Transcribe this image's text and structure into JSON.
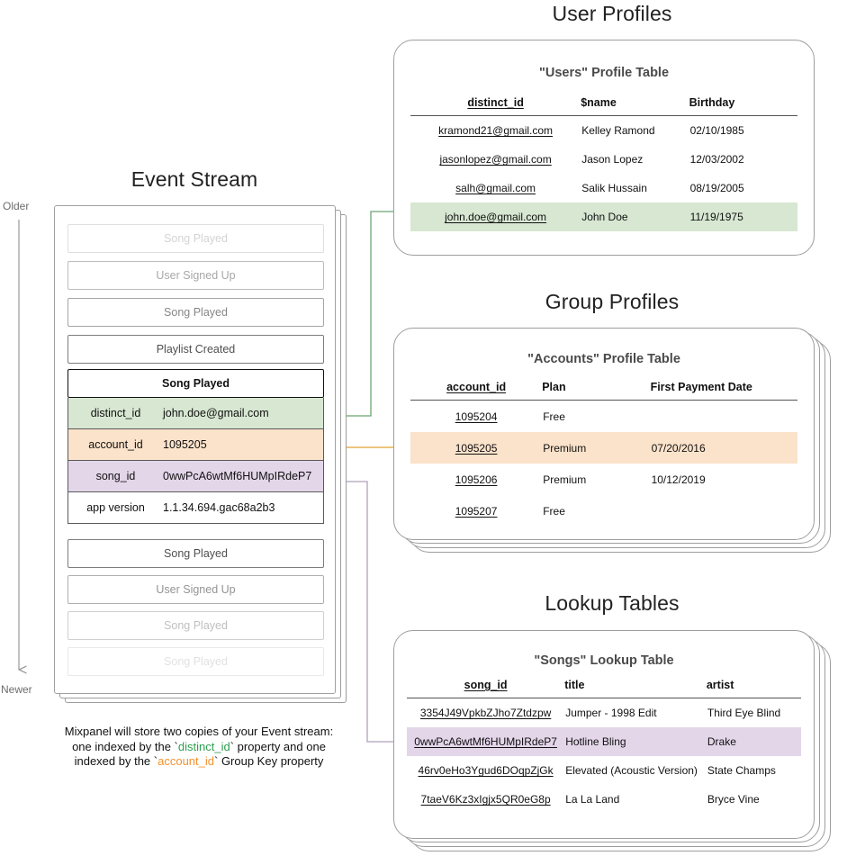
{
  "sections": {
    "event_stream_title": "Event Stream",
    "user_profiles_title": "User Profiles",
    "group_profiles_title": "Group Profiles",
    "lookup_tables_title": "Lookup Tables"
  },
  "timeline": {
    "older": "Older",
    "newer": "Newer"
  },
  "event_stream": {
    "events_before": [
      {
        "label": "Song Played",
        "opacity": 0.22
      },
      {
        "label": "User Signed Up",
        "opacity": 0.45
      },
      {
        "label": "Song Played",
        "opacity": 0.62
      },
      {
        "label": "Playlist Created",
        "opacity": 0.9
      }
    ],
    "selected_event": {
      "label": "Song Played"
    },
    "properties": [
      {
        "key": "distinct_id",
        "value": "john.doe@gmail.com",
        "color": "#d7e7d2"
      },
      {
        "key": "account_id",
        "value": "1095205",
        "color": "#fbe2ca"
      },
      {
        "key": "song_id",
        "value": "0wwPcA6wtMf6HUMpIRdeP7",
        "color": "#e3d6e9"
      },
      {
        "key": "app version",
        "value": "1.1.34.694.gac68a2b3",
        "color": "#ffffff"
      }
    ],
    "events_after": [
      {
        "label": "Song Played",
        "opacity": 0.9
      },
      {
        "label": "User Signed Up",
        "opacity": 0.55
      },
      {
        "label": "Song Played",
        "opacity": 0.32
      },
      {
        "label": "Song Played",
        "opacity": 0.15
      }
    ]
  },
  "caption": {
    "line1": "Mixpanel will store two copies of your Event stream:",
    "line2_a": "one indexed by the `",
    "line2_key": "distinct_id",
    "line2_b": "` property and one",
    "line3_a": "indexed by the `",
    "line3_key": "account_id",
    "line3_b": "` Group Key property"
  },
  "users_table": {
    "title": "\"Users\" Profile Table",
    "columns": [
      "distinct_id",
      "$name",
      "Birthday"
    ],
    "rows": [
      {
        "cells": [
          "kramond21@gmail.com",
          "Kelley Ramond",
          "02/10/1985"
        ],
        "highlight": false
      },
      {
        "cells": [
          "jasonlopez@gmail.com",
          "Jason Lopez",
          "12/03/2002"
        ],
        "highlight": false
      },
      {
        "cells": [
          "salh@gmail.com",
          "Salik Hussain",
          "08/19/2005"
        ],
        "highlight": false
      },
      {
        "cells": [
          "john.doe@gmail.com",
          "John Doe",
          "11/19/1975"
        ],
        "highlight": true
      }
    ],
    "highlight_color": "#d7e7d2"
  },
  "accounts_table": {
    "title": "\"Accounts\" Profile Table",
    "columns": [
      "account_id",
      "Plan",
      "First Payment Date"
    ],
    "rows": [
      {
        "cells": [
          "1095204",
          "Free",
          ""
        ],
        "highlight": false
      },
      {
        "cells": [
          "1095205",
          "Premium",
          "07/20/2016"
        ],
        "highlight": true
      },
      {
        "cells": [
          "1095206",
          "Premium",
          "10/12/2019"
        ],
        "highlight": false
      },
      {
        "cells": [
          "1095207",
          "Free",
          ""
        ],
        "highlight": false
      }
    ],
    "highlight_color": "#fbe2ca"
  },
  "songs_table": {
    "title": "\"Songs\" Lookup Table",
    "columns": [
      "song_id",
      "title",
      "artist"
    ],
    "rows": [
      {
        "cells": [
          "3354J49VpkbZJho7Ztdzpw",
          "Jumper - 1998 Edit",
          "Third Eye Blind"
        ],
        "highlight": false
      },
      {
        "cells": [
          "0wwPcA6wtMf6HUMpIRdeP7",
          "Hotline Bling",
          "Drake"
        ],
        "highlight": true
      },
      {
        "cells": [
          "46rv0eHo3Ygud6DOqpZjGk",
          "Elevated (Acoustic Version)",
          "State Champs"
        ],
        "highlight": false
      },
      {
        "cells": [
          "7taeV6Kz3xIgjx5QR0eG8p",
          "La La Land",
          "Bryce Vine"
        ],
        "highlight": false
      }
    ],
    "highlight_color": "#e3d6e9"
  },
  "connectors": {
    "distinct_id_color": "#6aa56f",
    "account_id_color": "#e0a030",
    "song_id_color": "#9c8aa8",
    "timeline_color": "#9a9a9a"
  }
}
